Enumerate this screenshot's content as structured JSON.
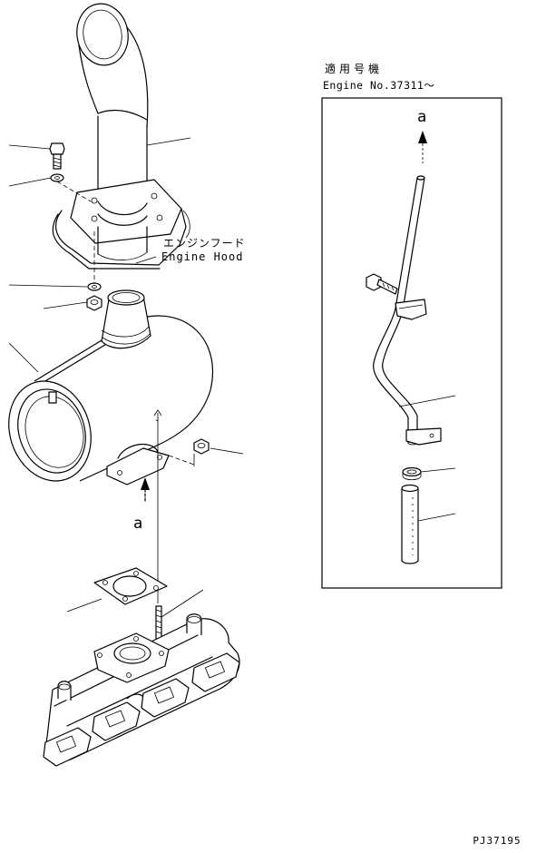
{
  "inset": {
    "applicable_label_jp": "適用号機",
    "applicable_label_en": "Engine No.37311～"
  },
  "labels": {
    "engine_hood_jp": "エンジンフード",
    "engine_hood_en": "Engine Hood",
    "view_a": "a"
  },
  "drawing_number": "PJ37195"
}
